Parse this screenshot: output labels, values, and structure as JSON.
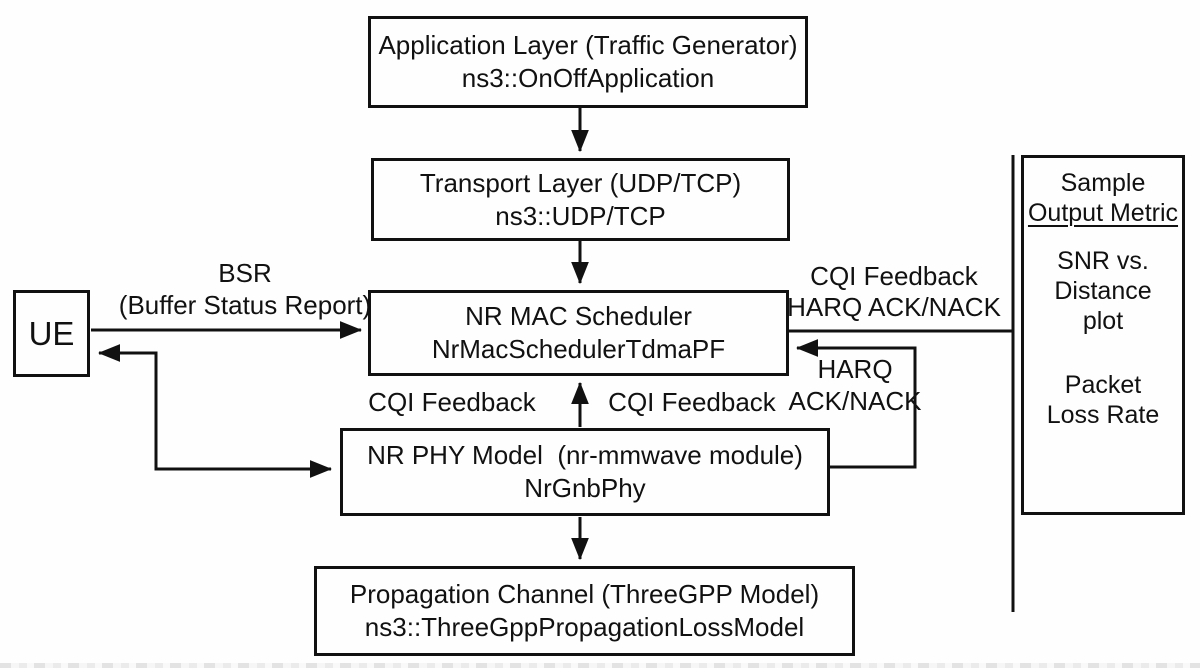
{
  "diagram": {
    "boxes": {
      "application": {
        "line1": "Application Layer (Traffic Generator)",
        "line2": "ns3::OnOffApplication"
      },
      "transport": {
        "line1": "Transport Layer (UDP/TCP)",
        "line2": "ns3::UDP/TCP"
      },
      "mac": {
        "line1": "NR MAC Scheduler",
        "line2": "NrMacSchedulerTdmaPF"
      },
      "phy": {
        "line1": "NR PHY Model  (nr-mmwave module)",
        "line2": "NrGnbPhy"
      },
      "propagation": {
        "line1": "Propagation Channel (ThreeGPP Model)",
        "line2": "ns3::ThreeGppPropagationLossModel"
      },
      "ue": {
        "label": "UE"
      },
      "metrics": {
        "title_line1": "Sample",
        "title_line2": "Output Metric",
        "item1_line1": "SNR vs.",
        "item1_line2": "Distance",
        "item1_line3": "plot",
        "item2_line1": "Packet",
        "item2_line2": "Loss Rate"
      }
    },
    "labels": {
      "bsr_line1": "BSR",
      "bsr_line2": "(Buffer Status Report)",
      "cqi_feedback_left": "CQI Feedback",
      "cqi_feedback_mid": "CQI Feedback",
      "harq_mid_line1": "HARQ",
      "harq_mid_line2": "ACK/NACK",
      "cqi_top_right_line1": "CQI Feedback",
      "cqi_top_right_line2": "HARQ ACK/NACK"
    },
    "colors": {
      "line": "#111111",
      "background": "#ffffff"
    }
  }
}
